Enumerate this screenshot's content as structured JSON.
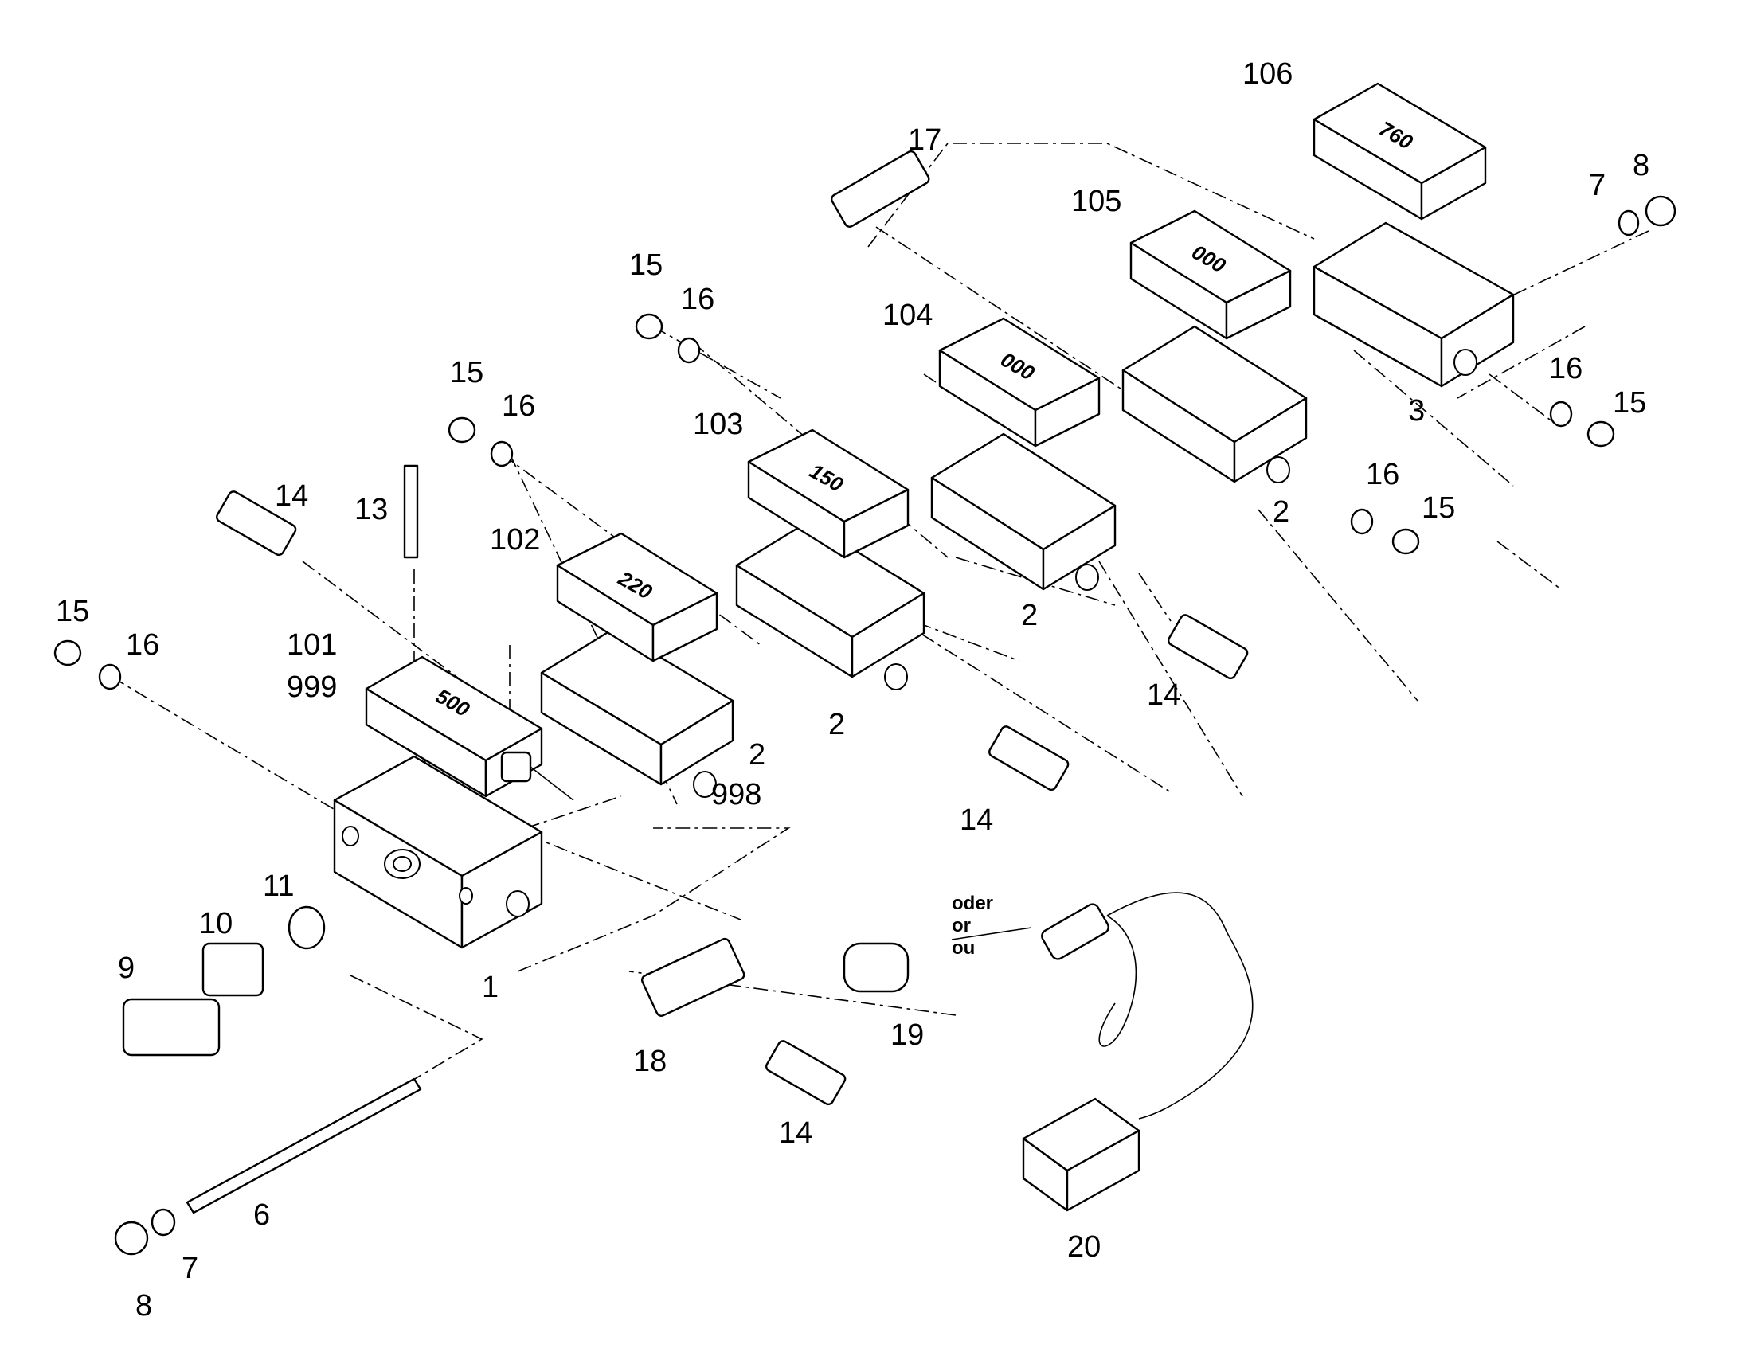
{
  "diagram": {
    "blocks": [
      {
        "label": "500"
      },
      {
        "label": "220"
      },
      {
        "label": "150"
      },
      {
        "label": "000"
      },
      {
        "label": "000"
      },
      {
        "label": "760"
      }
    ],
    "note": {
      "line1": "oder",
      "line2": "or",
      "line3": "ou"
    },
    "callouts": [
      {
        "text": "106"
      },
      {
        "text": "17"
      },
      {
        "text": "8"
      },
      {
        "text": "7"
      },
      {
        "text": "105"
      },
      {
        "text": "15"
      },
      {
        "text": "16"
      },
      {
        "text": "104"
      },
      {
        "text": "16"
      },
      {
        "text": "15"
      },
      {
        "text": "3"
      },
      {
        "text": "15"
      },
      {
        "text": "16"
      },
      {
        "text": "103"
      },
      {
        "text": "16"
      },
      {
        "text": "15"
      },
      {
        "text": "2"
      },
      {
        "text": "14"
      },
      {
        "text": "13"
      },
      {
        "text": "102"
      },
      {
        "text": "2"
      },
      {
        "text": "15"
      },
      {
        "text": "16"
      },
      {
        "text": "101"
      },
      {
        "text": "999"
      },
      {
        "text": "2"
      },
      {
        "text": "14"
      },
      {
        "text": "2"
      },
      {
        "text": "998"
      },
      {
        "text": "14"
      },
      {
        "text": "11"
      },
      {
        "text": "10"
      },
      {
        "text": "9"
      },
      {
        "text": "1"
      },
      {
        "text": "18"
      },
      {
        "text": "19"
      },
      {
        "text": "14"
      },
      {
        "text": "6"
      },
      {
        "text": "7"
      },
      {
        "text": "8"
      },
      {
        "text": "20"
      }
    ]
  }
}
